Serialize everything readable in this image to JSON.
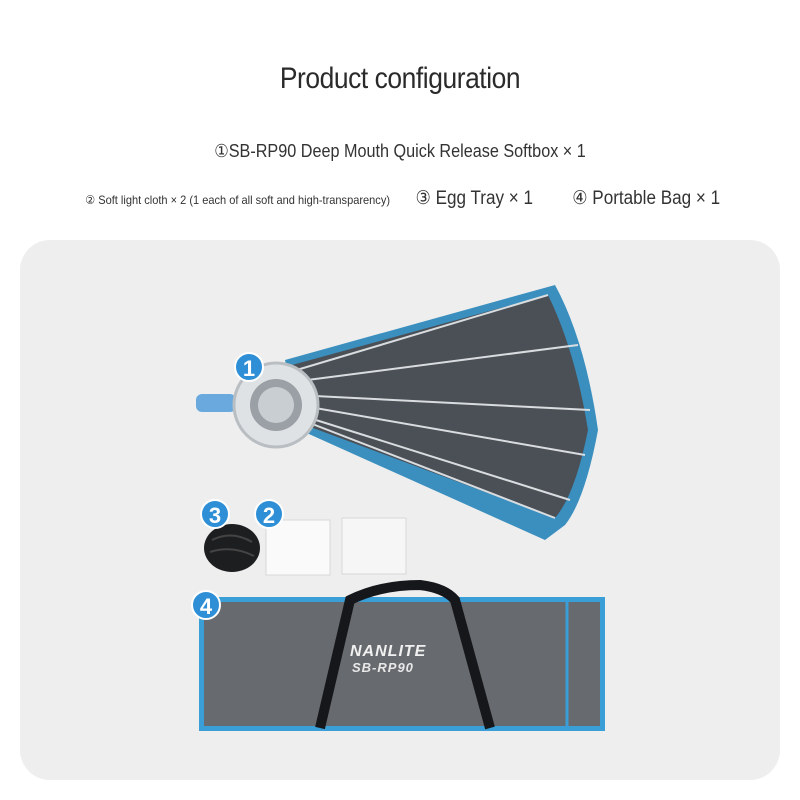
{
  "header": {
    "title": "Product configuration",
    "item1": "①SB-RP90 Deep Mouth Quick Release Softbox × 1",
    "item2": "② Soft light cloth × 2 (1 each of all soft and high-transparency)",
    "item3": "③ Egg Tray × 1",
    "item4": "④ Portable Bag × 1"
  },
  "badges": [
    "1",
    "2",
    "3",
    "4"
  ],
  "bag": {
    "brand": "NANLITE",
    "model": "SB-RP90"
  },
  "colors": {
    "accent": "#2f8fd6",
    "softbox_fabric": "#4b5057",
    "softbox_edge": "#3a8fbf",
    "bag_fabric": "#676a6e",
    "panel_bg": "#eeeeee"
  }
}
